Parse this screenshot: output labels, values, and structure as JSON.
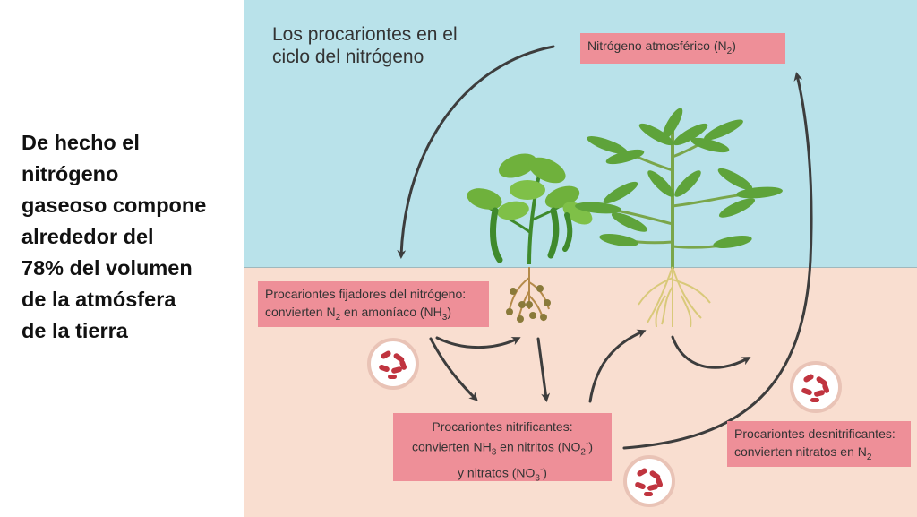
{
  "left_text": {
    "lines": [
      "De hecho el",
      "nitrógeno",
      "gaseoso compone",
      "alrededor del",
      "78% del volumen",
      "de la atmósfera",
      "de la tierra"
    ]
  },
  "diagram": {
    "title_lines": [
      "Los procariontes en el",
      "ciclo del nitrógeno"
    ],
    "atmospheric": {
      "text": "Nitrógeno atmosférico (N",
      "sub": "2",
      "close": ")"
    },
    "fixers": {
      "line1": "Procariontes fijadores del nitrógeno:",
      "line2_pre": "convierten N",
      "line2_sub": "2",
      "line2_mid": " en amoníaco (NH",
      "line2_sub2": "3",
      "line2_post": ")"
    },
    "nitrifiers": {
      "line1": "Procariontes nitrificantes:",
      "line2_pre": "convierten NH",
      "line2_sub": "3",
      "line2_mid": " en nitritos (NO",
      "line2_sub2": "2",
      "line2_sup": "-",
      "line2_post": ")",
      "line3_pre": "y nitratos (NO",
      "line3_sub": "3",
      "line3_sup": "-",
      "line3_post": ")"
    },
    "denitrifiers": {
      "line1": "Procariontes desnitrificantes:",
      "line2_pre": "convierten nitratos en N",
      "line2_sub": "2"
    }
  },
  "colors": {
    "sky": "#b9e2ea",
    "soil": "#f9ded0",
    "label_bg": "#ee8f98",
    "arrow": "#3d3d3d",
    "leaf": "#6fb13c",
    "bacteria": "#c0343f"
  }
}
